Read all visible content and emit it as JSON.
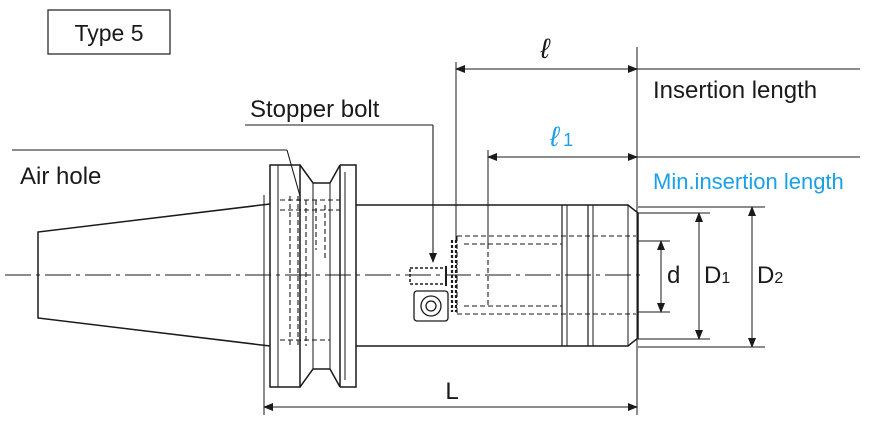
{
  "type_label": "Type 5",
  "labels": {
    "stopper_bolt": "Stopper bolt",
    "air_hole": "Air hole",
    "insertion_length": "Insertion length",
    "min_insertion_length": "Min.insertion length"
  },
  "dimensions": {
    "l": "ℓ",
    "l1_main": "ℓ",
    "l1_sub": "1",
    "d": "d",
    "D1_main": "D",
    "D1_sub": "1",
    "D2_main": "D",
    "D2_sub": "2",
    "L": "L"
  },
  "colors": {
    "line": "#1a1a1a",
    "accent": "#1aa0e6"
  }
}
